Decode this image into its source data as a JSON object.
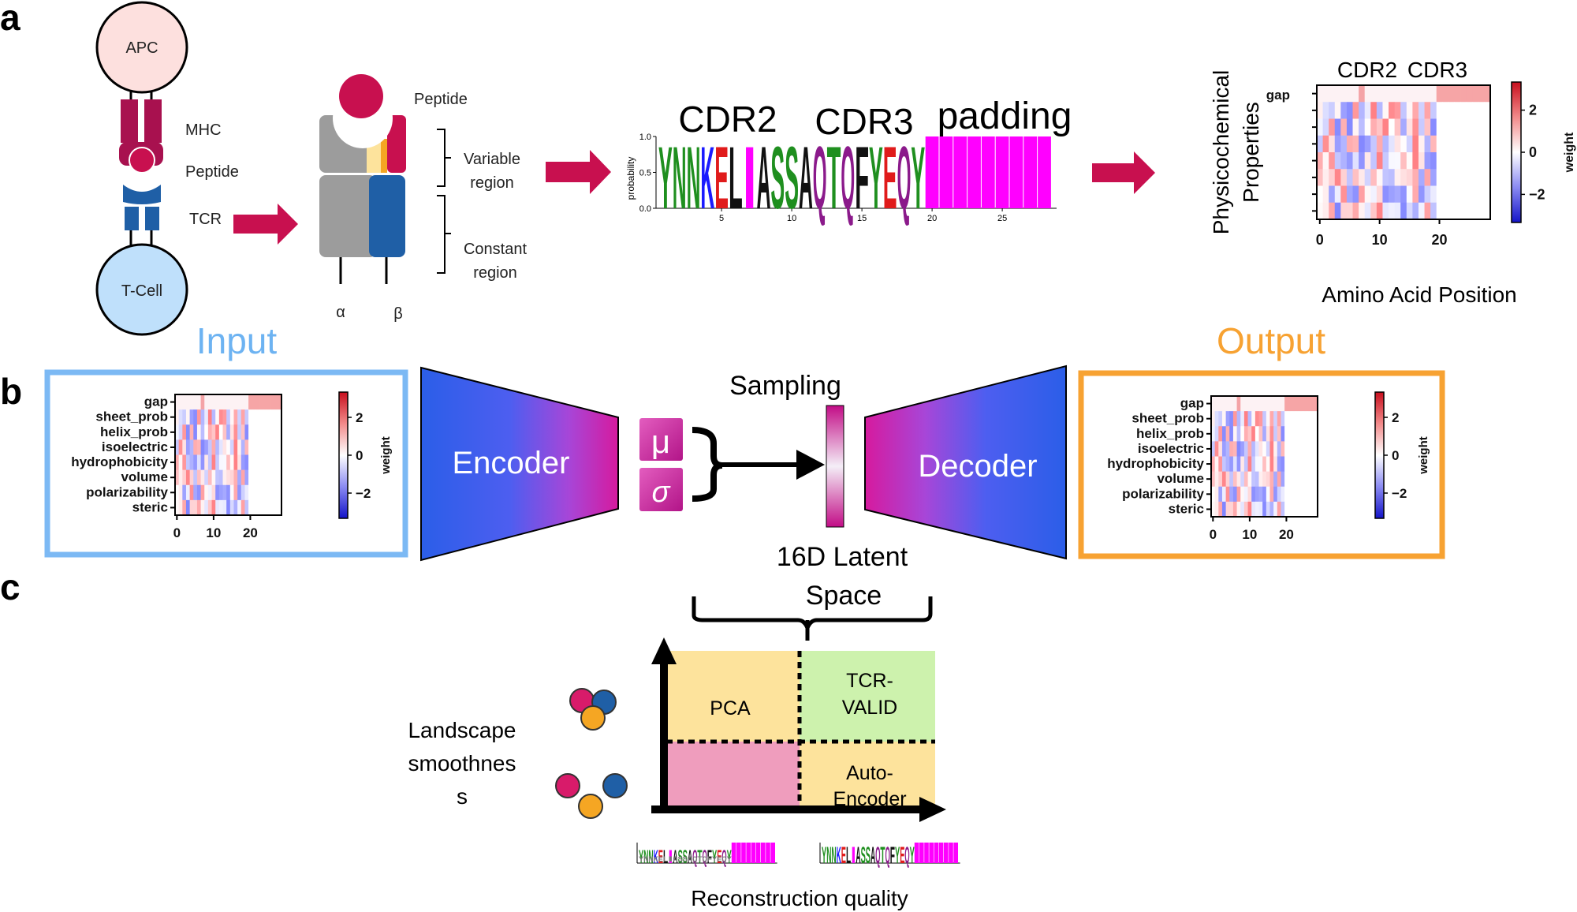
{
  "panels": {
    "a": "a",
    "b": "b",
    "c": "c"
  },
  "panel_a": {
    "apc": "APC",
    "tcell": "T-Cell",
    "mhc": "MHC",
    "peptide_left": "Peptide",
    "tcr": "TCR",
    "peptide_top": "Peptide",
    "variable_region_1": "Variable",
    "variable_region_2": "region",
    "constant_region_1": "Constant",
    "constant_region_2": "region",
    "alpha": "α",
    "beta": "β",
    "logo_cdr2": "CDR2",
    "logo_cdr3": "CDR3",
    "logo_padding": "padding",
    "logo_ylabel": "probability",
    "logo_yticks": [
      "0.0",
      "0.5",
      "1.0"
    ],
    "logo_xticks": [
      "5",
      "10",
      "15",
      "20",
      "25"
    ],
    "logo_letters": [
      {
        "ch": "Y",
        "color": "#1f8f1f"
      },
      {
        "ch": "N",
        "color": "#1f8f1f"
      },
      {
        "ch": "N",
        "color": "#1f8f1f"
      },
      {
        "ch": "K",
        "color": "#1a1aff"
      },
      {
        "ch": "E",
        "color": "#e01b1b"
      },
      {
        "ch": "L",
        "color": "#111111"
      },
      {
        "ch": "I",
        "color": "#ff00ff"
      },
      {
        "ch": "A",
        "color": "#111111"
      },
      {
        "ch": "S",
        "color": "#1f8f1f"
      },
      {
        "ch": "S",
        "color": "#1f8f1f"
      },
      {
        "ch": "A",
        "color": "#111111"
      },
      {
        "ch": "Q",
        "color": "#8b1a8b"
      },
      {
        "ch": "T",
        "color": "#1f8f1f"
      },
      {
        "ch": "Q",
        "color": "#8b1a8b"
      },
      {
        "ch": "F",
        "color": "#111111"
      },
      {
        "ch": "Y",
        "color": "#1f8f1f"
      },
      {
        "ch": "E",
        "color": "#e01b1b"
      },
      {
        "ch": "Q",
        "color": "#8b1a8b"
      },
      {
        "ch": "Y",
        "color": "#1f8f1f"
      }
    ],
    "padding_color": "#ff00ff",
    "heatmap_ylabel_1": "Physicochemical",
    "heatmap_ylabel_2": "Properties",
    "heatmap_xlabel": "Amino Acid Position",
    "heatmap_cdr2": "CDR2",
    "heatmap_cdr3": "CDR3",
    "heatmap_gap": "gap",
    "heatmap_xticks": [
      "0",
      "10",
      "20"
    ],
    "colorbar_ticks": [
      "2",
      "0",
      "−2"
    ],
    "colorbar_label": "weight"
  },
  "panel_b": {
    "input_title": "Input",
    "output_title": "Output",
    "encoder": "Encoder",
    "decoder": "Decoder",
    "sampling": "Sampling",
    "mu": "μ",
    "sigma": "σ",
    "latent_1": "16D Latent",
    "latent_2": "Space",
    "properties": [
      "gap",
      "sheet_prob",
      "helix_prob",
      "isoelectric",
      "hydrophobicity",
      "volume",
      "polarizability",
      "steric"
    ],
    "xticks": [
      "0",
      "10",
      "20"
    ],
    "colorbar_ticks": [
      "2",
      "0",
      "−2"
    ],
    "colorbar_label": "weight",
    "input_color": "#7cb9f4",
    "output_color": "#f7a232",
    "encoder_color": "#2b64e6",
    "latent_color": "#cc0c8c"
  },
  "panel_c": {
    "ylabel_1": "Landscape",
    "ylabel_2": "smoothnes",
    "ylabel_3": "s",
    "xlabel": "Reconstruction quality",
    "pca": "PCA",
    "tcr_valid_1": "TCR-",
    "tcr_valid_2": "VALID",
    "autoencoder_1": "Auto-",
    "autoencoder_2": "Encoder",
    "quadrant_colors": {
      "top_left": "#fde39c",
      "top_right": "#cdf2ad",
      "bottom_left": "#ef9dbd",
      "bottom_right": "#fde39c"
    }
  }
}
